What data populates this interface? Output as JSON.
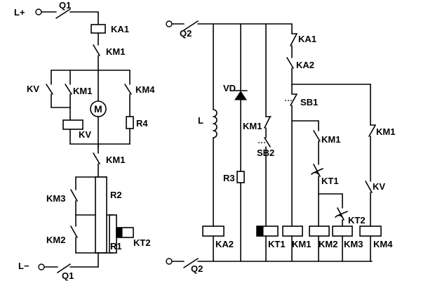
{
  "left": {
    "supply_pos": "L+",
    "supply_neg": "L−",
    "q1_top": "Q1",
    "q1_bottom": "Q1",
    "ka1_coil": "KA1",
    "km1_main_top": "KM1",
    "kv_contact": "KV",
    "km1_parallel": "KM1",
    "km4_contact": "KM4",
    "motor": "M",
    "kv_coil": "KV",
    "r4": "R4",
    "km1_lower": "KM1",
    "r2": "R2",
    "km3_contact": "KM3",
    "km2_contact": "KM2",
    "r1": "R1",
    "kt2_coil": "KT2"
  },
  "right": {
    "q2_top": "Q2",
    "q2_bottom": "Q2",
    "inductor": "L",
    "diode": "VD",
    "r3": "R3",
    "ka2_coil": "KA2",
    "km1_nc_left": "KM1",
    "sb2": "SB2",
    "kt1_coil": "KT1",
    "ka1_contact": "KA1",
    "ka2_contact": "KA2",
    "sb1": "SB1",
    "km1_contact_mid": "KM1",
    "kt1_contact": "KT1",
    "kt2_contact": "KT2",
    "km1_contact_right": "KM1",
    "kv_contact_right": "KV",
    "km1_coil": "KM1",
    "km2_coil": "KM2",
    "km3_coil": "KM3",
    "km4_coil": "KM4"
  }
}
